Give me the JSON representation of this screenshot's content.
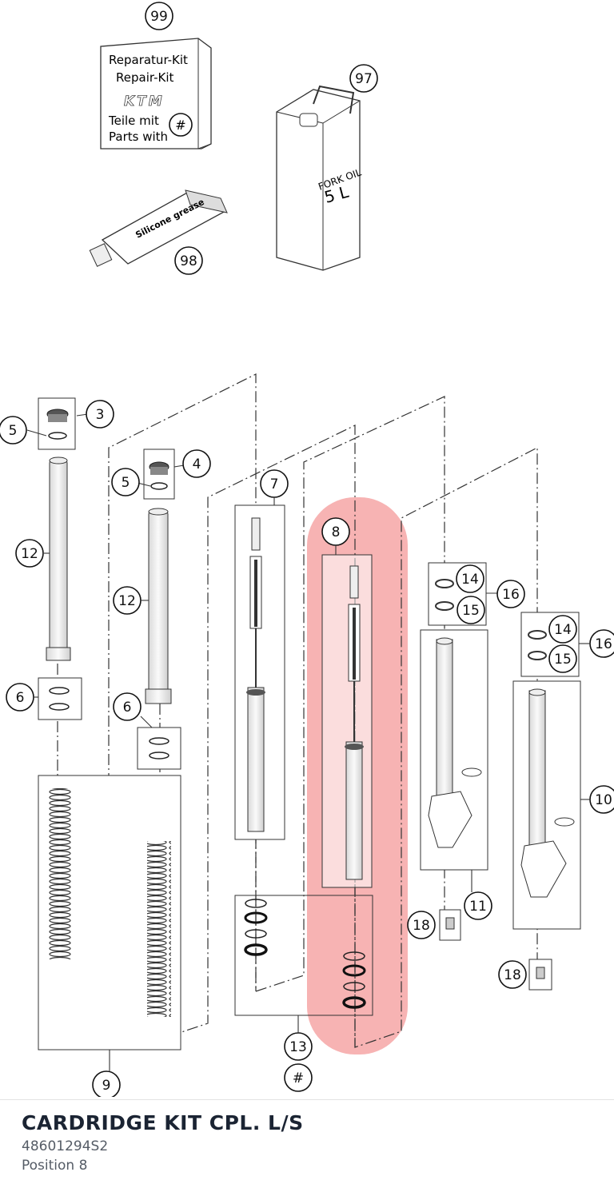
{
  "part": {
    "name": "CARDRIDGE KIT CPL. L/S",
    "number": "48601294S2",
    "position": "Position 8"
  },
  "diagram": {
    "repair_kit_lines": [
      "Reparatur-Kit",
      "Repair-Kit",
      "Teile mit",
      "Parts with"
    ],
    "repair_kit_symbol": "#",
    "brand_logo": "KTM",
    "fork_oil_label": "FORK OIL",
    "fork_oil_volume": "5 L",
    "grease_label": "Silicone grease",
    "callouts": {
      "c99": "99",
      "c97": "97",
      "c98": "98",
      "c3": "3",
      "c4": "4",
      "c5a": "5",
      "c5b": "5",
      "c7": "7",
      "c8": "8",
      "c12a": "12",
      "c12b": "12",
      "c6a": "6",
      "c6b": "6",
      "c14a": "14",
      "c15a": "15",
      "c16a": "16",
      "c14b": "14",
      "c15b": "15",
      "c16b": "16",
      "c10": "10",
      "c11": "11",
      "c18a": "18",
      "c18b": "18",
      "c9": "9",
      "c13": "13",
      "c13h": "#"
    },
    "highlight_color": "#f28b8b"
  }
}
